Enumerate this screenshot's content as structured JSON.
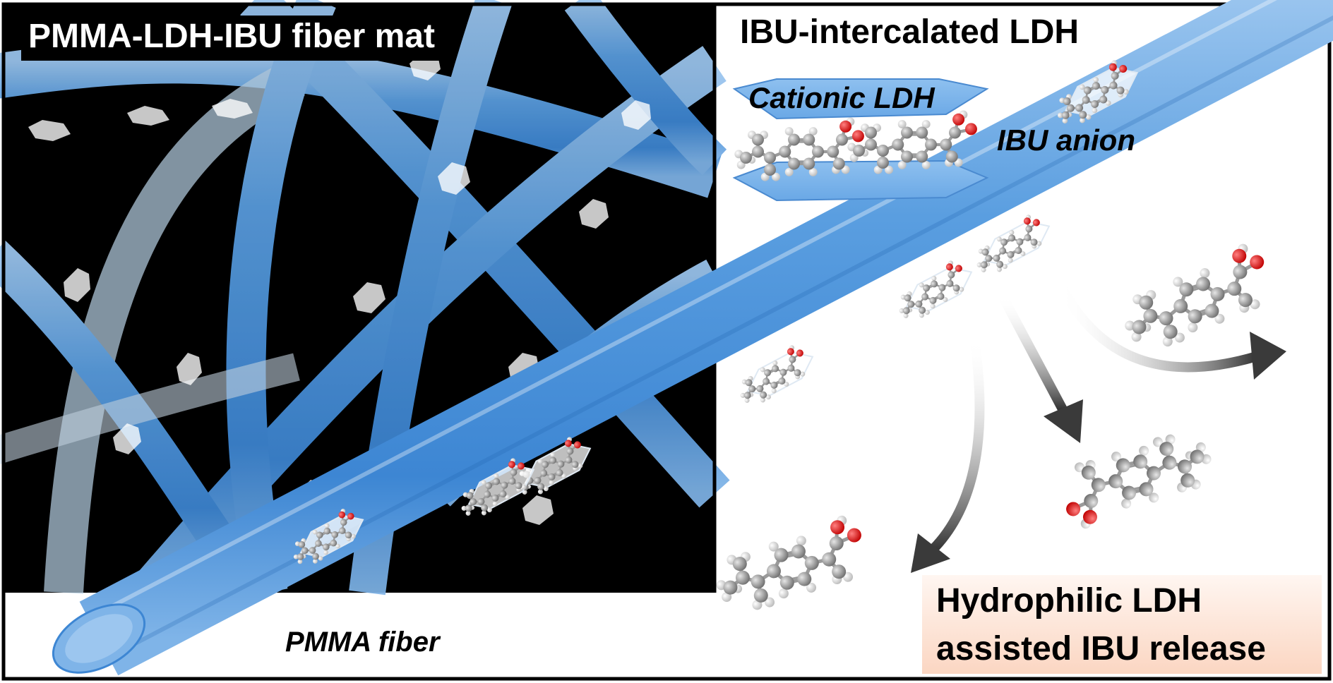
{
  "labels": {
    "fiber_mat_title": "PMMA-LDH-IBU fiber mat",
    "intercalated_title": "IBU-intercalated LDH",
    "cationic_ldh": "Cationic LDH",
    "ibu_anion": "IBU anion",
    "pmma_fiber": "PMMA fiber",
    "release_line1": "Hydrophilic LDH",
    "release_line2": "assisted IBU release"
  },
  "colors": {
    "fiber_blue": "#4a90d9",
    "fiber_light": "#a9cdf0",
    "background_dark": "#000000",
    "carbon_atom": "#8f8f8f",
    "hydrogen_atom": "#f2f2f2",
    "oxygen_atom": "#e01a1a",
    "release_box": "#fbd6c2",
    "arrow": "#3a3a3a"
  }
}
